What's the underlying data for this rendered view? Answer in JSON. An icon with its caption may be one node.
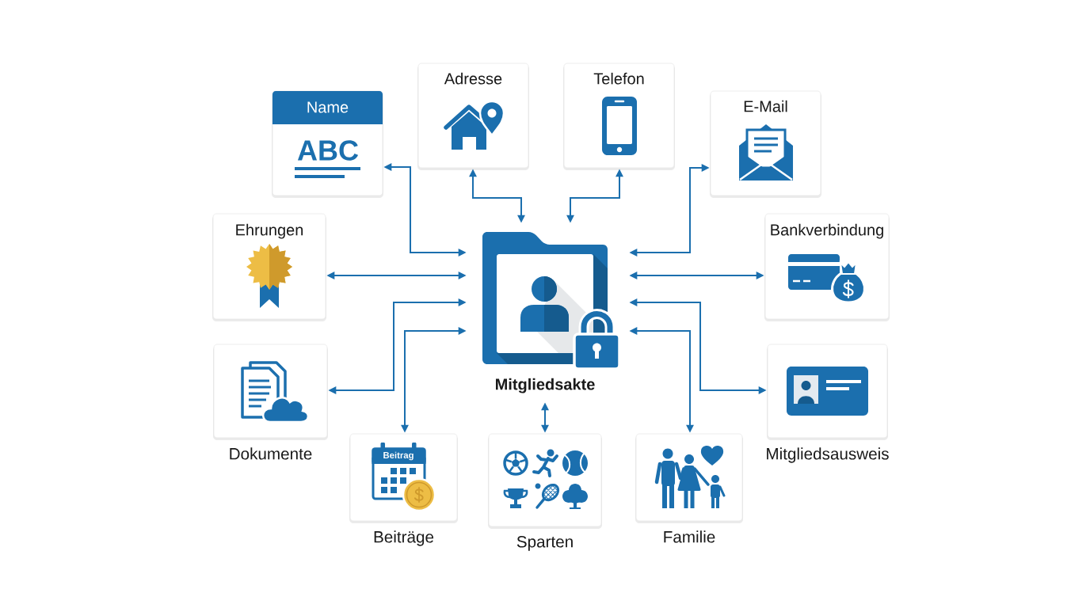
{
  "diagram": {
    "nodes": [
      {
        "text": [
          "Name",
          "ABC"
        ]
      },
      {
        "text": [
          "Adresse"
        ]
      },
      {
        "text": [
          "Telefon"
        ]
      },
      {
        "text": [
          "E-Mail"
        ]
      },
      {
        "text": [
          "Ehrungen"
        ]
      },
      {
        "text": [
          "Mitgliedsakte"
        ]
      },
      {
        "text": [
          "Bankverbindung"
        ]
      },
      {
        "text": [
          "Dokumente"
        ]
      },
      {
        "text": [
          "Mitgliedsausweis"
        ]
      },
      {
        "text": [
          "Beitrag",
          "Beiträge"
        ]
      },
      {
        "text": [
          "Sparten"
        ]
      },
      {
        "text": [
          "Familie"
        ]
      }
    ],
    "edges": [
      {
        "from": 0,
        "to": 5,
        "arrow": "both"
      },
      {
        "from": 1,
        "to": 5,
        "arrow": "both"
      },
      {
        "from": 2,
        "to": 5,
        "arrow": "both"
      },
      {
        "from": 3,
        "to": 5,
        "arrow": "both"
      },
      {
        "from": 4,
        "to": 5,
        "arrow": "both"
      },
      {
        "from": 6,
        "to": 5,
        "arrow": "both"
      },
      {
        "from": 7,
        "to": 5,
        "arrow": "both"
      },
      {
        "from": 8,
        "to": 5,
        "arrow": "both"
      },
      {
        "from": 9,
        "to": 5,
        "arrow": "both"
      },
      {
        "from": 10,
        "to": 5,
        "arrow": "both"
      },
      {
        "from": 11,
        "to": 5,
        "arrow": "both"
      }
    ]
  }
}
